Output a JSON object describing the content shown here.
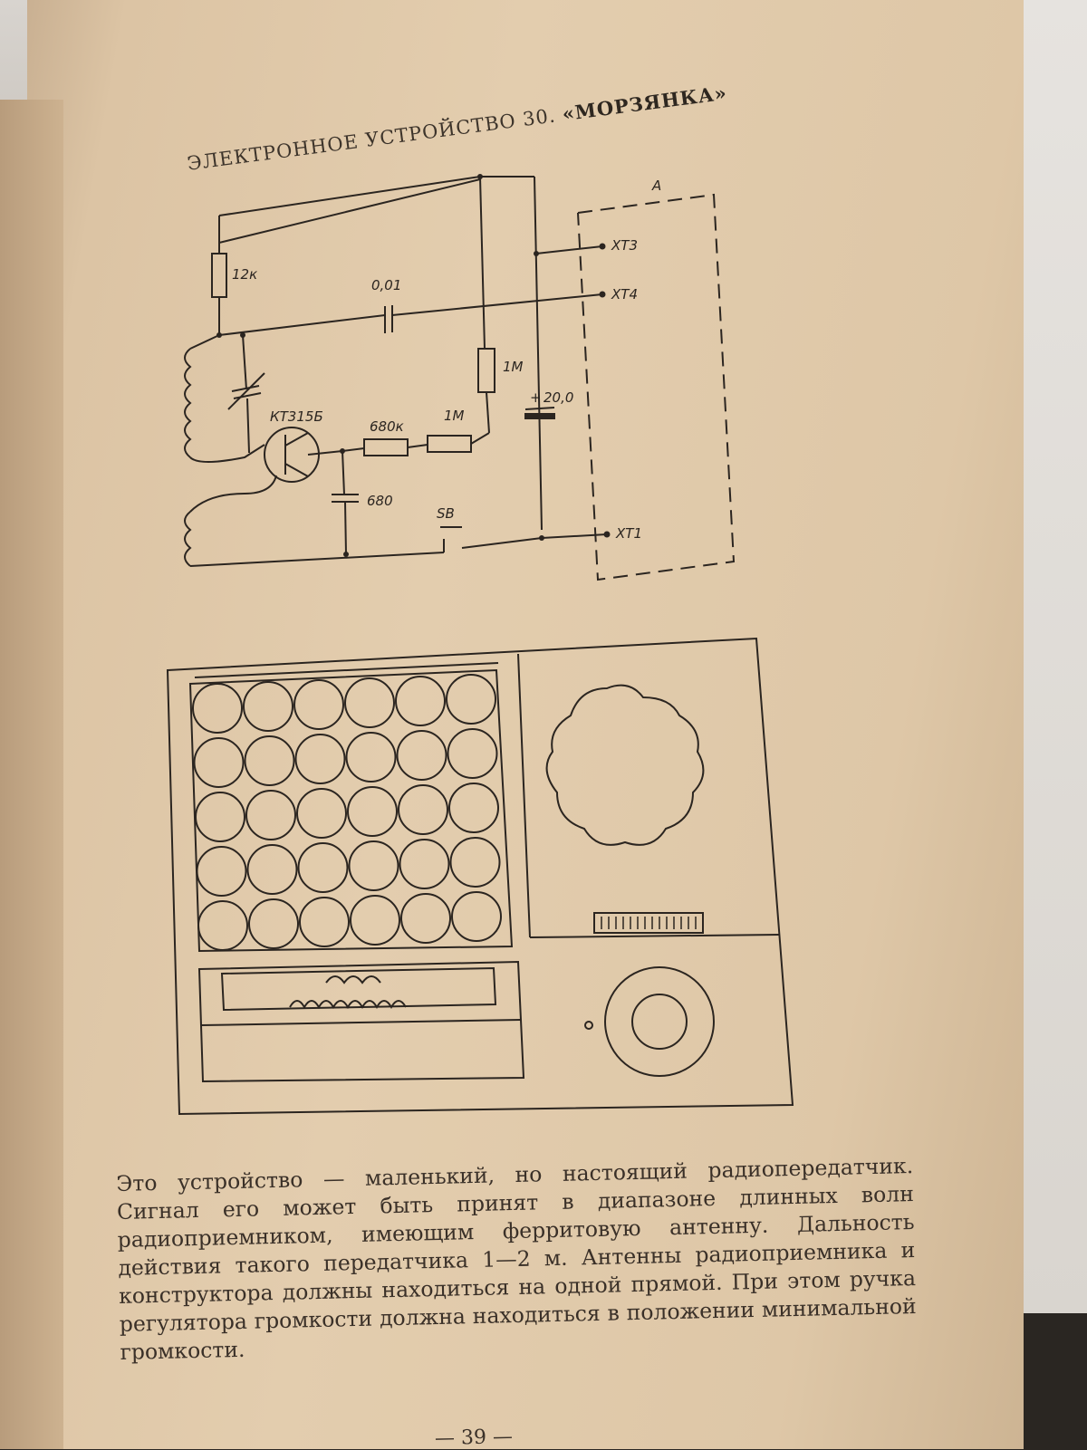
{
  "header": {
    "prefix": "ЭЛЕКТРОННОЕ УСТРОЙСТВО 30. ",
    "title": "«МОРЗЯНКА»"
  },
  "schematic": {
    "module_label": "А",
    "terminals": [
      "ХТ3",
      "ХТ4",
      "ХТ1"
    ],
    "resistors": [
      "12к",
      "1М",
      "680к",
      "1М"
    ],
    "capacitors": [
      "0,01",
      "20,0",
      "680"
    ],
    "polarity_mark": "+",
    "transistor": "КТ315Б",
    "switch": "SB"
  },
  "body_text": "Это устройство — маленький, но настоящий радиопередатчик. Сигнал его может быть принят в диапазоне длинных волн радиоприемником, имеющим ферритовую антенну. Дальность действия такого передатчика 1—2 м. Антенны радиоприемника и конструктора должны находиться на одной прямой. При этом ручка регулятора громкости должна находиться в положении минимальной громкости.",
  "page_number": "— 39 —"
}
